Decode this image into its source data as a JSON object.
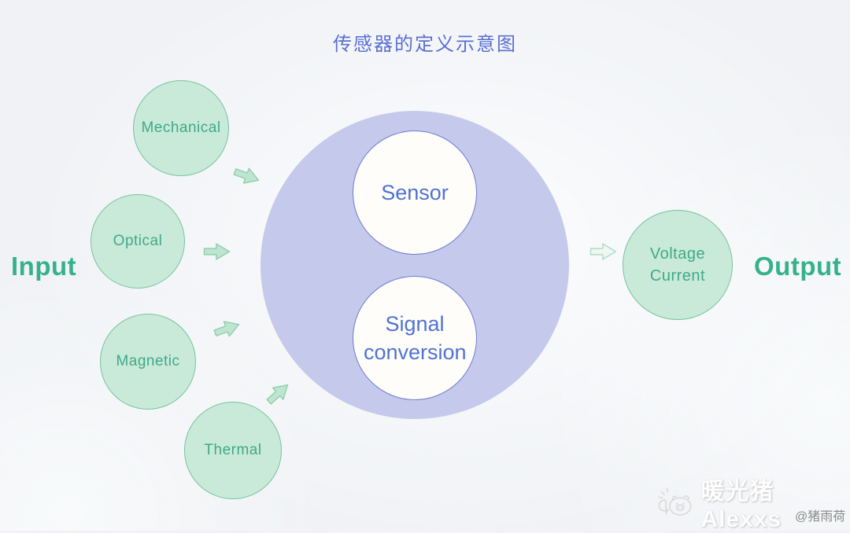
{
  "title": "传感器的定义示意图",
  "labels": {
    "input": "Input",
    "output": "Output"
  },
  "inputs": [
    {
      "label": "Mechanical"
    },
    {
      "label": "Optical"
    },
    {
      "label": "Magnetic"
    },
    {
      "label": "Thermal"
    }
  ],
  "hub": {
    "top_circle": "Sensor",
    "bottom_circle": "Signal conversion"
  },
  "output_node": {
    "label": "Voltage\nCurrent"
  },
  "watermark": {
    "name": "暖光猪Alexxs",
    "handle": "@猪雨荷"
  },
  "colors": {
    "title_text": "#5b6fd4",
    "io_label_text": "#35b28a",
    "input_node_fill": "#c9ead8",
    "input_node_border": "#77c3a0",
    "input_node_text": "#3fa98a",
    "hub_fill": "#c5c9ec",
    "inner_circle_fill": "#fffdfa",
    "inner_circle_border": "#6b7ed0",
    "inner_circle_text": "#4f73d4",
    "arrow_fill": "#bfe5d1",
    "arrow_stroke": "#8fcfae",
    "pale_arrow_fill": "#eef7f2",
    "background": "#f0f2f5",
    "watermark_handle_text": "#8a8a8a"
  }
}
